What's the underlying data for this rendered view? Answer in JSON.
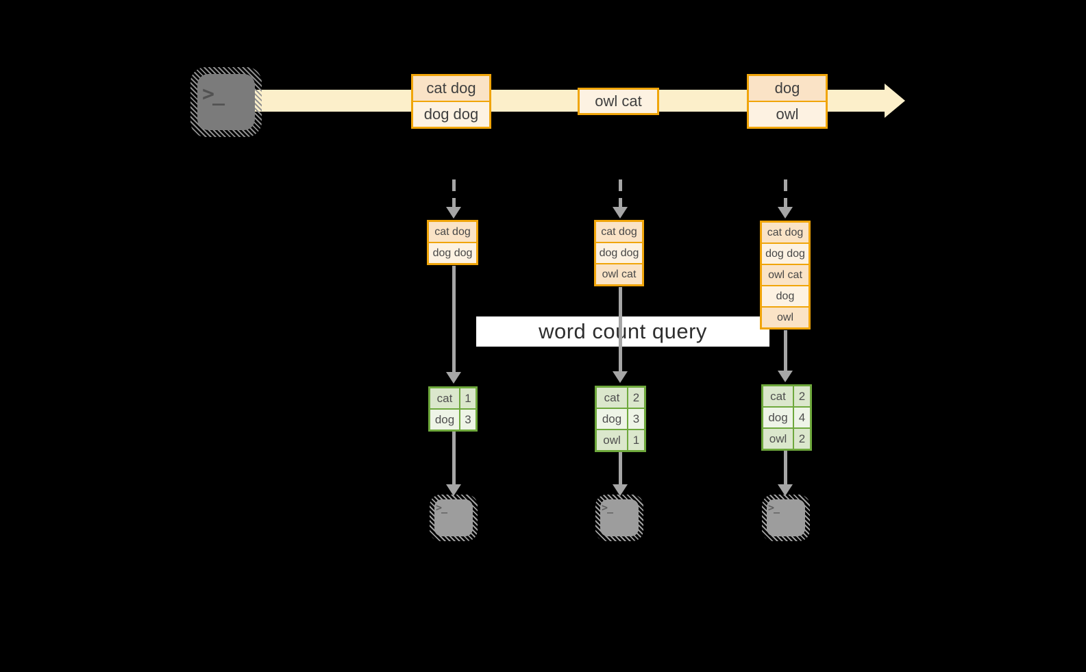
{
  "palette": {
    "background": "#000000",
    "stream_fill": "#fcefca",
    "box_border_orange": "#f0a50a",
    "box_fill_peach": "#fae3c6",
    "box_fill_cream": "#fdf2e2",
    "table_border_green": "#6ea83c",
    "table_fill_green_dark": "#dbe7cc",
    "table_fill_green_light": "#eef4e7",
    "arrow_gray": "#a6a6a6",
    "terminal_gray_dark": "#7b7b7b",
    "terminal_gray_light": "#9d9d9d",
    "banner_white": "#ffffff",
    "text_dark": "#3f3f3f"
  },
  "icons": {
    "prompt_glyph": ">_"
  },
  "stream": {
    "batches": [
      {
        "rows": [
          "cat dog",
          "dog dog"
        ]
      },
      {
        "rows": [
          "owl cat"
        ]
      },
      {
        "rows": [
          "dog",
          "owl"
        ]
      }
    ]
  },
  "query": {
    "label": "word count query"
  },
  "columns": [
    {
      "state": [
        "cat dog",
        "dog dog"
      ],
      "counts": [
        {
          "word": "cat",
          "n": "1"
        },
        {
          "word": "dog",
          "n": "3"
        }
      ]
    },
    {
      "state": [
        "cat dog",
        "dog dog",
        "owl cat"
      ],
      "counts": [
        {
          "word": "cat",
          "n": "2"
        },
        {
          "word": "dog",
          "n": "3"
        },
        {
          "word": "owl",
          "n": "1"
        }
      ]
    },
    {
      "state": [
        "cat dog",
        "dog dog",
        "owl cat",
        "dog",
        "owl"
      ],
      "counts": [
        {
          "word": "cat",
          "n": "2"
        },
        {
          "word": "dog",
          "n": "4"
        },
        {
          "word": "owl",
          "n": "2"
        }
      ]
    }
  ]
}
